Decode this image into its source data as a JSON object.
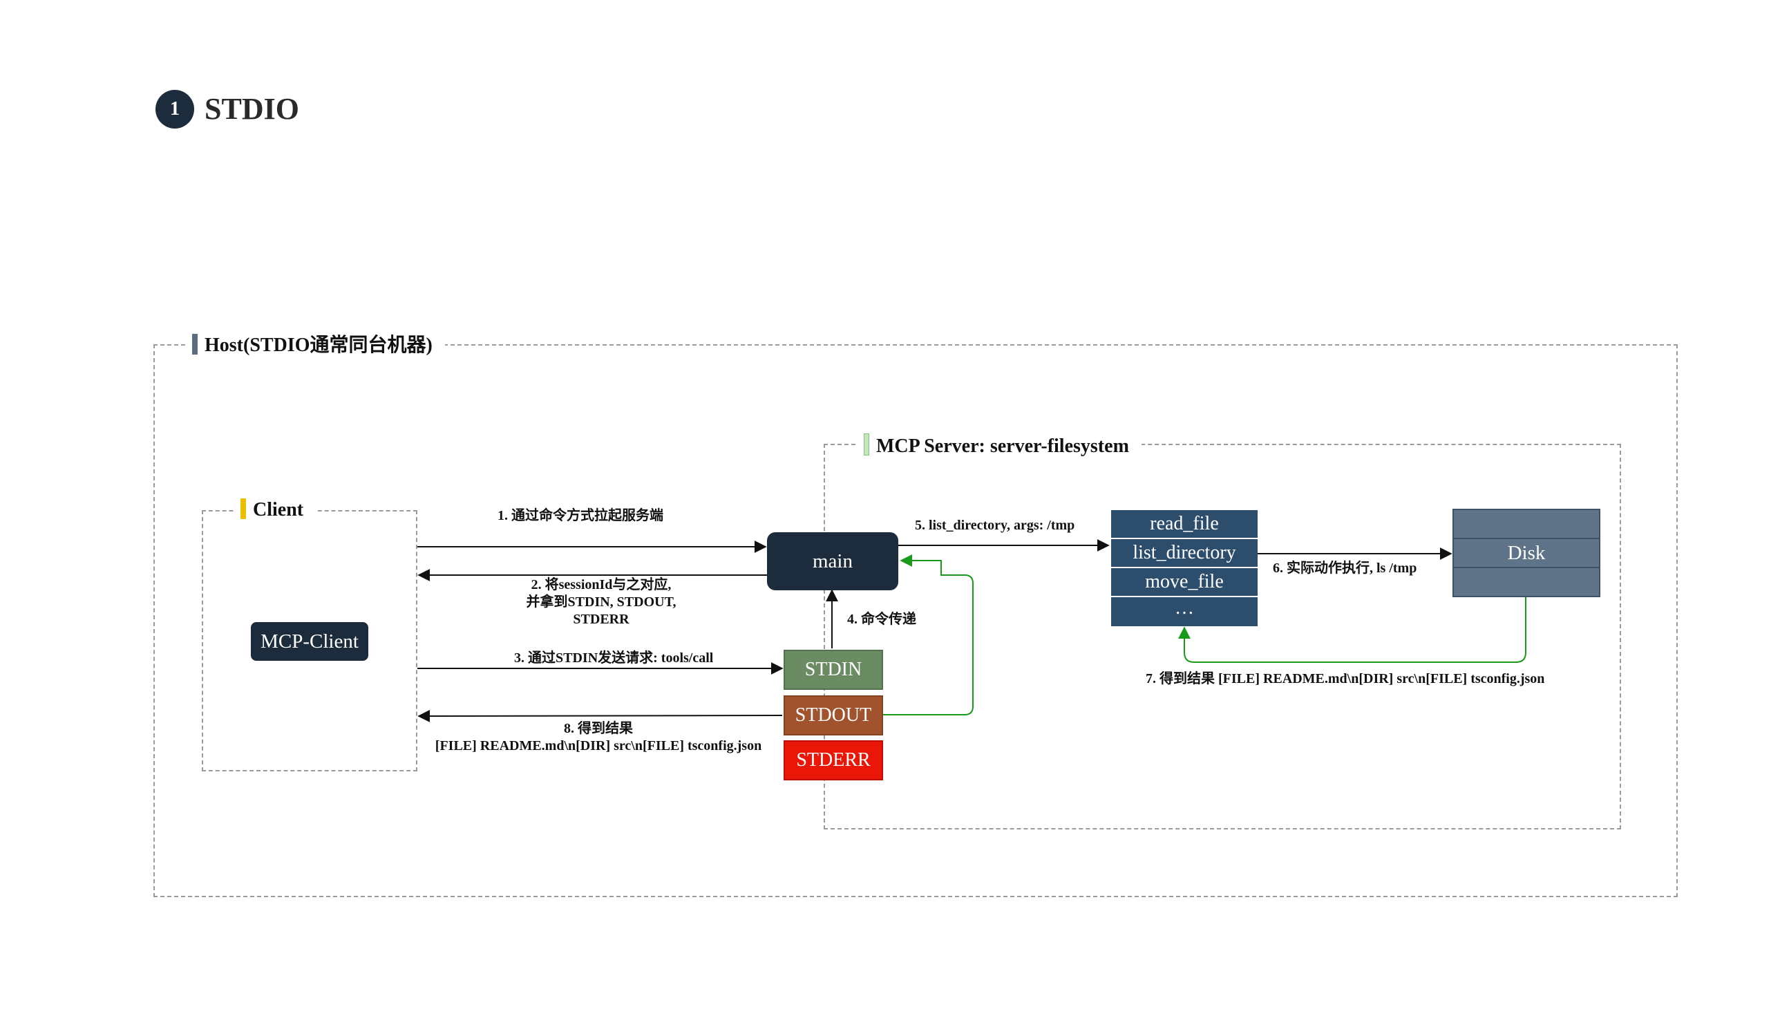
{
  "section": {
    "number": "1",
    "title": "STDIO"
  },
  "groups": {
    "host": "Host(STDIO通常同台机器)",
    "client": "Client",
    "server": "MCP Server: server-filesystem"
  },
  "nodes": {
    "main": "main",
    "mcp_client": "MCP-Client",
    "stdin": "STDIN",
    "stdout": "STDOUT",
    "stderr": "STDERR",
    "tools": [
      "read_file",
      "list_directory",
      "move_file",
      "…"
    ],
    "disk": "Disk"
  },
  "edges": {
    "step1": "1. 通过命令方式拉起服务端",
    "step2": [
      "2. 将sessionId与之对应,",
      "并拿到STDIN, STDOUT,",
      "STDERR"
    ],
    "step3": "3. 通过STDIN发送请求: tools/call",
    "step4": "4. 命令传递",
    "step5": "5. list_directory, args: /tmp",
    "step6": "6. 实际动作执行, ls /tmp",
    "step7": "7. 得到结果 [FILE] README.md\\n[DIR] src\\n[FILE] tsconfig.json",
    "step8": [
      "8. 得到结果",
      "[FILE] README.md\\n[DIR] src\\n[FILE] tsconfig.json"
    ]
  },
  "colors": {
    "dark_node": "#1c2c3c",
    "tool_node": "#2d4d6d",
    "disk_node": "#5f7488",
    "stdin": "#6b8b63",
    "stdout": "#a0532c",
    "stderr": "#ea1608",
    "return_arrow": "#1a9a1a",
    "client_marker": "#e8c000",
    "server_marker": "#b8e0b0",
    "host_marker": "#5c6c80"
  }
}
